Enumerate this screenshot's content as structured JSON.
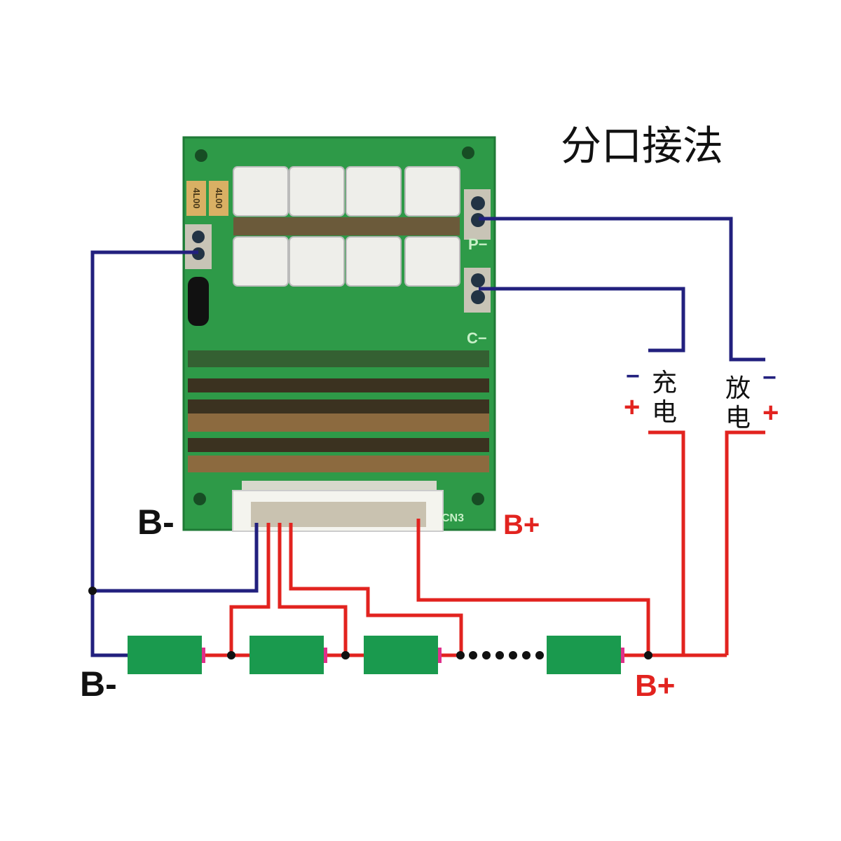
{
  "title": "分口接法",
  "labels": {
    "b_minus_board": "B-",
    "b_plus_board": "B+",
    "b_minus_pack": "B-",
    "b_plus_pack": "B+",
    "charge": [
      "充",
      "电"
    ],
    "discharge": [
      "放",
      "电"
    ],
    "minus": "−",
    "plus": "+",
    "p_minus": "P−",
    "c_minus": "C−",
    "connector": "CN3",
    "fuse": "4L00"
  },
  "colors": {
    "negative_wire": "#22207e",
    "positive_wire": "#e2231f",
    "pcb": "#2e9a48",
    "cell": "#1a9a4e",
    "terminal": "#e0308a"
  }
}
